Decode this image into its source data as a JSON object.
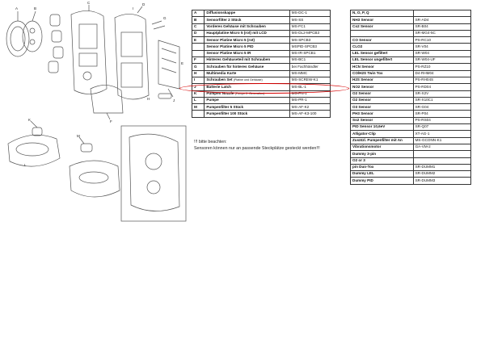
{
  "diagram_callouts": [
    "A",
    "B",
    "C",
    "D",
    "E",
    "F",
    "G",
    "H",
    "I",
    "J",
    "K",
    "L",
    "M"
  ],
  "parts_table": {
    "rows": [
      {
        "code": "A",
        "name": "Diffusionskappe",
        "part": "MS-DC-1"
      },
      {
        "code": "B",
        "name": "Sensorfilter 2 Stück",
        "part": "MS-SS"
      },
      {
        "code": "C",
        "name": "Vorderes Gehäuse  mit  Schrauben",
        "part": "MS-FC1"
      },
      {
        "code": "D",
        "name": "Hauptplatine Micro 5 (rot) mit LCD",
        "part": "MS-DL2-MPCB3"
      },
      {
        "code": "E",
        "name": "Sensor Platine Micro 5 (rot)",
        "part": "MS-SPCB3"
      },
      {
        "code": "",
        "name": "Sensor Platine Micro 5 PID",
        "part": "MSPID-SPCB3"
      },
      {
        "code": "",
        "name": "Sensor Platine Micro 5 IR",
        "part": "MS-IR-SPCB1"
      },
      {
        "code": "F",
        "name": "Hinteres Gehäuseteil mit Schrauben",
        "part": "MS-BC1"
      },
      {
        "code": "G",
        "name": "Schrauben für hinteres Gehäuse",
        "part": "bei Fachhändler"
      },
      {
        "code": "H",
        "name": "Multimedia Karte",
        "part": "MS-MMC"
      },
      {
        "code": "I",
        "name": "Schrauben Set",
        "name_note": "(Platine und Gehäuse)",
        "part": "MS-SCREW-K1"
      },
      {
        "code": "J",
        "name": "Batterie Latch",
        "part": "MS-BL-1"
      },
      {
        "code": "K",
        "name": "Pumpen Nozzle",
        "name_note": "(Pumpe 2. Generation)",
        "part": "MS-PN-1"
      },
      {
        "code": "L",
        "name": "Pumpe",
        "part": "MS-PR-1"
      },
      {
        "code": "M",
        "name": "Pumpenfilter 5 Stück",
        "part": "MS-AF-K2"
      },
      {
        "code": "",
        "name": "Pumpenfilter 100 Stück",
        "part": "MS-AF-K3-100"
      }
    ]
  },
  "sensor_table": {
    "header": "N, O, P, Q",
    "rows": [
      {
        "name": "NH3 Sensor",
        "part": "SR-AD4"
      },
      {
        "name": "Co2 Sensor",
        "part": "SR-B04"
      },
      {
        "name": "",
        "part": "SR-MG4-5C"
      },
      {
        "name": "CO Sensor",
        "part": "PS-RC10"
      },
      {
        "name": "CLO2",
        "part": "SR-V04"
      },
      {
        "name": "LEL Sensor gefiltert",
        "part": "SR-W04"
      },
      {
        "name": "LEL Sensor ungefiltert",
        "part": "SR-W04-UF"
      },
      {
        "name": "HCN Sensor",
        "part": "PS-RZ10"
      },
      {
        "name": "CO/H2S Twin Tox",
        "part": "D4-RHM04"
      },
      {
        "name": "H2S Sensor",
        "part": "PS-RH04S"
      },
      {
        "name": "NO2 Sensor",
        "part": "PS-RD04"
      },
      {
        "name": "O2 Sensor",
        "part": "SR-X2V"
      },
      {
        "name": "O2 Sensor",
        "part": "SR-X10C1"
      },
      {
        "name": "O3 Sensor",
        "part": "SR-G04"
      },
      {
        "name": "PH3 Sensor",
        "part": "SR-P04"
      },
      {
        "name": "So2 Sensor",
        "part": "PS-RS04"
      },
      {
        "name": "PID Sensor 10,6eV",
        "part": "SR-Q07"
      },
      {
        "name": "Alligator-Clip",
        "part": "XT-AG-1"
      },
      {
        "name": "Zusätzl. Pumpenfilter mit An",
        "part": "MS-GCONN-K1"
      },
      {
        "name": "Vibrationsmotor",
        "part": "GA-VM-2"
      },
      {
        "name": "Dummy 3-pin",
        "part": ""
      },
      {
        "name": "O2 or 3",
        "part": ""
      },
      {
        "name": "pin Duo-Tox",
        "part": "SR-DUMM1"
      },
      {
        "name": "Dummy  LEL",
        "part": "SR-DUMM2"
      },
      {
        "name": "Dummy  PID",
        "part": "SR-DUMM3"
      }
    ]
  },
  "notes": {
    "line1": "!!! bitte beachten:",
    "line2": "Sensoren können nur an passende Steckplätze gesteckt werden!!!"
  },
  "colors": {
    "highlight": "#d60000",
    "line": "#333333"
  }
}
